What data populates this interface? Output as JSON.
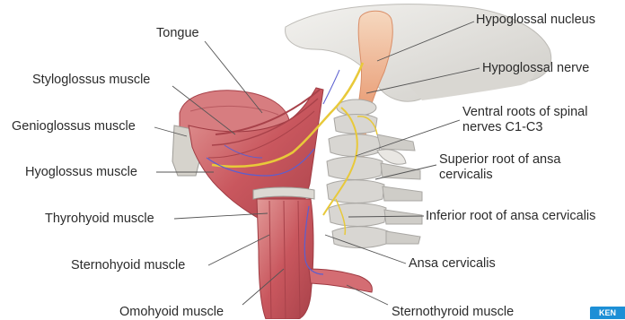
{
  "labels": {
    "tongue": "Tongue",
    "styloglossus": "Styloglossus muscle",
    "genioglossus": "Genioglossus muscle",
    "hyoglossus": "Hyoglossus muscle",
    "thyrohyoid": "Thyrohyoid muscle",
    "sternohyoid": "Sternohyoid muscle",
    "omohyoid": "Omohyoid muscle",
    "hypoglossal_nucleus": "Hypoglossal nucleus",
    "hypoglossal_nerve": "Hypoglossal nerve",
    "ventral_roots_line1": "Ventral roots of spinal",
    "ventral_roots_line2": "nerves C1-C3",
    "superior_root_line1": "Superior root of ansa",
    "superior_root_line2": "cervicalis",
    "inferior_root": "Inferior root of ansa cervicalis",
    "ansa_cervicalis": "Ansa cervicalis",
    "sternothyroid": "Sternothyroid muscle"
  },
  "badge": {
    "text": "KEN"
  },
  "colors": {
    "muscle": "#c9575e",
    "muscle_dark": "#9e3a42",
    "muscle_light": "#e39a9a",
    "nerve_yellow": "#e8c93a",
    "nerve_blue": "#5b5fd0",
    "bone": "#d8d6d2",
    "bone_shadow": "#a9a7a3",
    "cartilage": "#c9c6be",
    "brainstem": "#f1c8a6",
    "skull": "#e7e5e1",
    "leader": "#555555",
    "badge": "#1d8fd6"
  }
}
